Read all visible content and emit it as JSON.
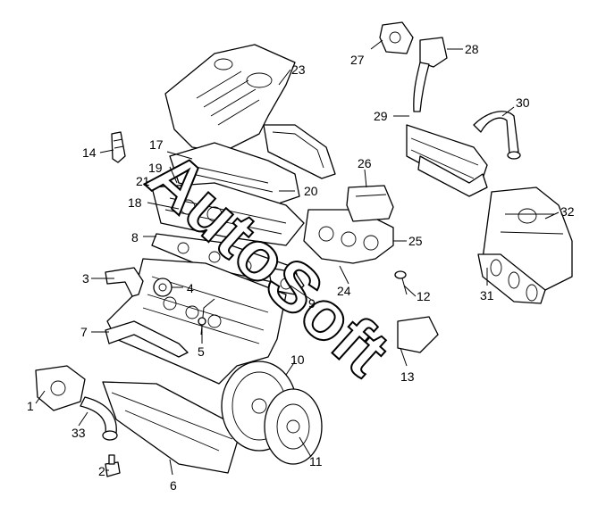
{
  "watermark": "AutoSoft",
  "callouts": [
    "1",
    "2",
    "3",
    "4",
    "5",
    "6",
    "7",
    "8",
    "9",
    "10",
    "11",
    "12",
    "13",
    "14",
    "17",
    "18",
    "19",
    "20",
    "21",
    "23",
    "24",
    "25",
    "26",
    "27",
    "28",
    "29",
    "30",
    "31",
    "32",
    "33"
  ]
}
